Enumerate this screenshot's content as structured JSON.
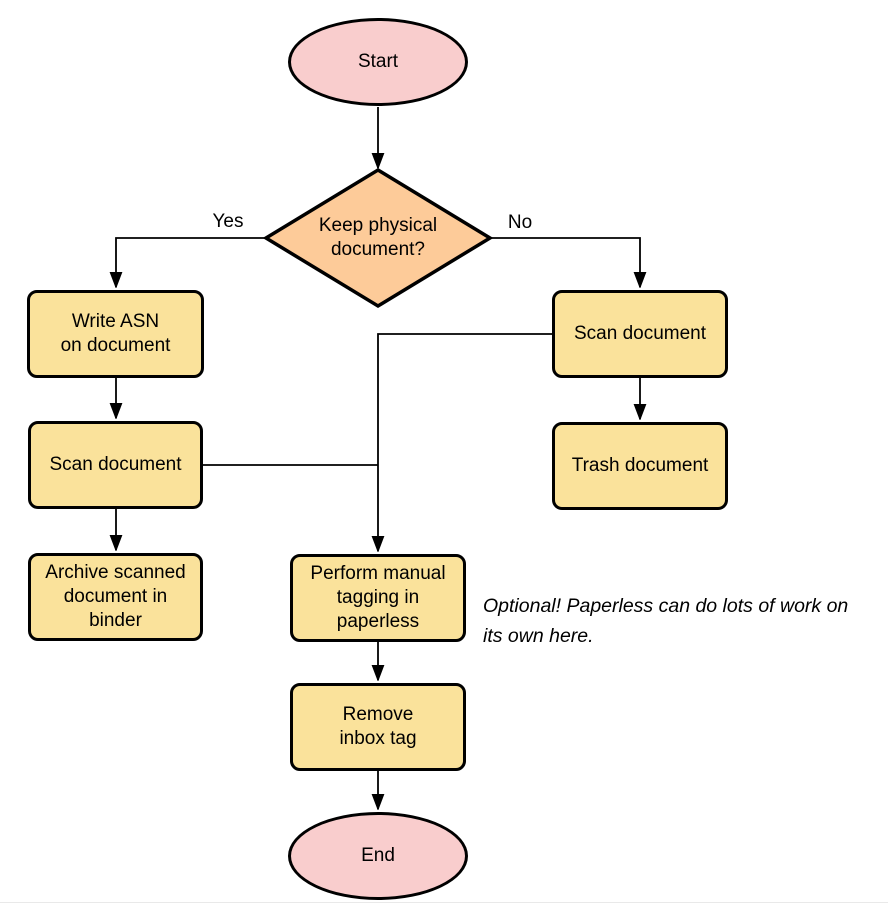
{
  "diagram": {
    "nodes": {
      "start": {
        "label": "Start",
        "type": "terminator"
      },
      "decision": {
        "label": "Keep physical\ndocument?",
        "type": "decision"
      },
      "write_asn": {
        "label": "Write ASN\non document",
        "type": "process"
      },
      "scan_left": {
        "label": "Scan document",
        "type": "process"
      },
      "archive": {
        "label": "Archive scanned\ndocument in\nbinder",
        "type": "process"
      },
      "scan_right": {
        "label": "Scan document",
        "type": "process"
      },
      "trash": {
        "label": "Trash document",
        "type": "process"
      },
      "tagging": {
        "label": "Perform manual\ntagging in\npaperless",
        "type": "process"
      },
      "remove_inbox": {
        "label": "Remove\ninbox tag",
        "type": "process"
      },
      "end": {
        "label": "End",
        "type": "terminator"
      }
    },
    "edge_labels": {
      "yes": "Yes",
      "no": "No"
    },
    "annotation": "Optional! Paperless can do lots of work on\nits own here.",
    "colors": {
      "terminator_fill": "#f9cdcd",
      "decision_fill": "#fdcb99",
      "process_fill": "#fae29b",
      "stroke": "#000000",
      "background": "#ffffff",
      "page_divider": "#e9e9e9"
    }
  }
}
